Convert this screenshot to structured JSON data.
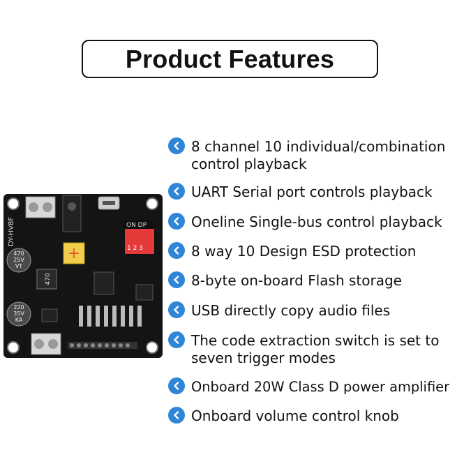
{
  "title": "Product Features",
  "features": [
    {
      "lines": [
        "8 channel 10 individual/combination",
        "control playback"
      ]
    },
    {
      "lines": [
        "UART Serial port controls playback"
      ]
    },
    {
      "lines": [
        "Oneline Single-bus control playback"
      ]
    },
    {
      "lines": [
        "8 way 10 Design ESD protection"
      ]
    },
    {
      "lines": [
        "8-byte on-board Flash storage"
      ]
    },
    {
      "lines": [
        "USB directly copy audio files"
      ]
    },
    {
      "lines": [
        "The code extraction switch is set to",
        "seven trigger modes"
      ]
    },
    {
      "lines": [
        "Onboard 20W Class D power amplifier"
      ]
    },
    {
      "lines": [
        "Onboard volume control knob"
      ]
    }
  ],
  "board_labels": {
    "model": "DY-HV8F",
    "cap1": [
      "470",
      "25V",
      "VT"
    ],
    "cap2": [
      "220",
      "35V",
      "KA"
    ],
    "inductor": "470",
    "dip_on": "ON DP",
    "dip_nums": "1 2 3"
  },
  "colors": {
    "bullet": "#2f86d6",
    "board": "#141414",
    "dip_switch": "#e53a3a"
  },
  "icons": {
    "bullet": "chevron-left-icon"
  }
}
